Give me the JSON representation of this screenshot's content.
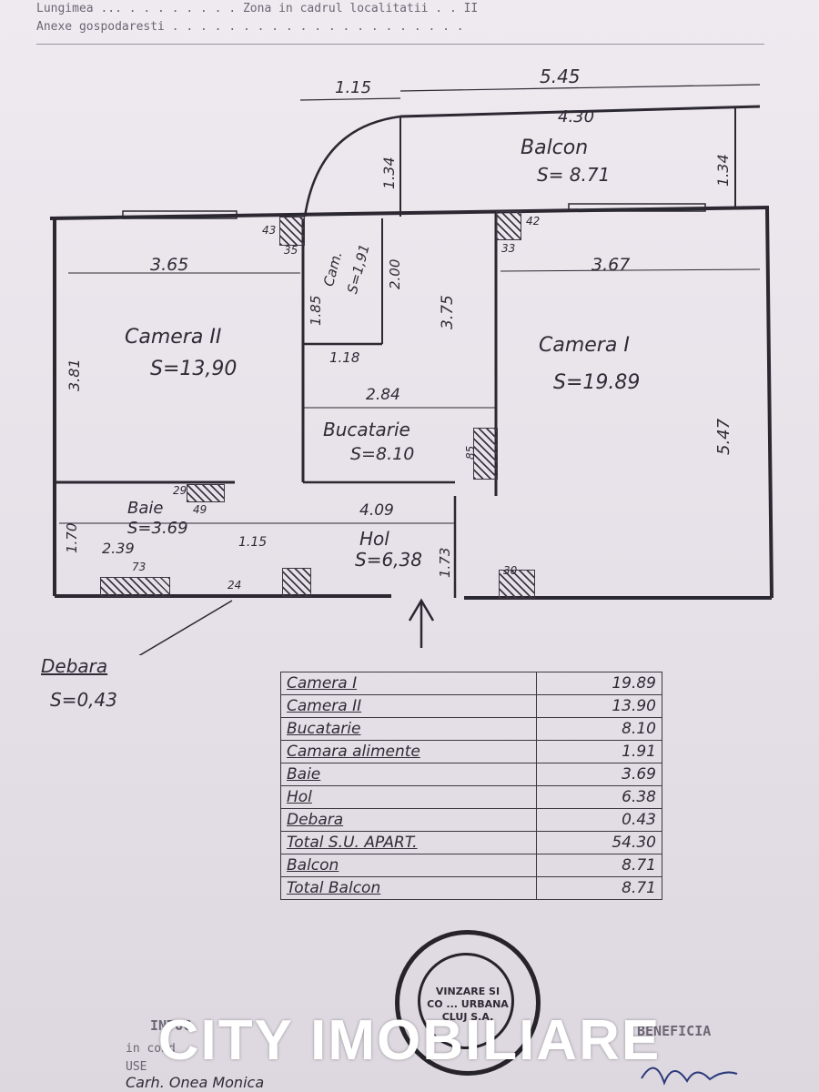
{
  "header": {
    "line1": "Lungimea ... . . . . . . . . Zona in cadrul localitatii . . II",
    "line2": "Anexe gospodaresti . . . . . . . . . . . . . . . . . . . . ."
  },
  "dimensions": {
    "top_left": "1.15",
    "top_total": "5.45",
    "balcony_width": "4.30",
    "balcony_depth_left": "1.34",
    "balcony_depth_right": "1.34",
    "room2_width": "3.65",
    "room1_width": "3.67",
    "room2_height": "3.81",
    "room1_height": "5.47",
    "pantry_h1": "1.85",
    "pantry_h2": "2.00",
    "pantry_w": "1.18",
    "hall_h": "3.75",
    "kitchen_w": "2.84",
    "hall_w": "4.09",
    "bath_w": "2.39",
    "bath_h": "1.70",
    "door_w": "1.15",
    "hall_h2": "1.73",
    "small_43": "43",
    "small_35": "35",
    "small_42": "42",
    "small_33": "33",
    "small_29": "29",
    "small_49": "49",
    "small_73": "73",
    "small_24": "24",
    "small_30": "30",
    "small_85": "85"
  },
  "rooms": {
    "balcony_name": "Balcon",
    "balcony_area": "S= 8.71",
    "room2_name": "Camera II",
    "room2_area": "S=13,90",
    "room1_name": "Camera I",
    "room1_area": "S=19.89",
    "pantry_name": "Cam.",
    "pantry_area": "S=1,91",
    "kitchen_name": "Bucatarie",
    "kitchen_area": "S=8.10",
    "bath_name": "Baie",
    "bath_area": "S=3.69",
    "hall_name": "Hol",
    "hall_area": "S=6,38",
    "storage_name": "Debara",
    "storage_area": "S=0,43"
  },
  "table": [
    {
      "label": "Camera I",
      "value": "19.89"
    },
    {
      "label": "Camera II",
      "value": "13.90"
    },
    {
      "label": "Bucatarie",
      "value": "8.10"
    },
    {
      "label": "Camara alimente",
      "value": "1.91"
    },
    {
      "label": "Baie",
      "value": "3.69"
    },
    {
      "label": "Hol",
      "value": "6.38"
    },
    {
      "label": "Debara",
      "value": "0.43"
    },
    {
      "label": "Total S.U. APART.",
      "value": "54.30"
    },
    {
      "label": "Balcon",
      "value": "8.71"
    },
    {
      "label": "Total Balcon",
      "value": "8.71"
    }
  ],
  "footer": {
    "left_typed_1": "INTOC",
    "left_typed_2": "in cond",
    "left_typed_3": "USE",
    "signature_left": "Carh. Onea Monica",
    "right_typed": "BENEFICIA",
    "stamp_text": "VINZARE SI CO ... URBANA CLUJ S.A."
  },
  "watermark": "CITY IMOBILIARE"
}
